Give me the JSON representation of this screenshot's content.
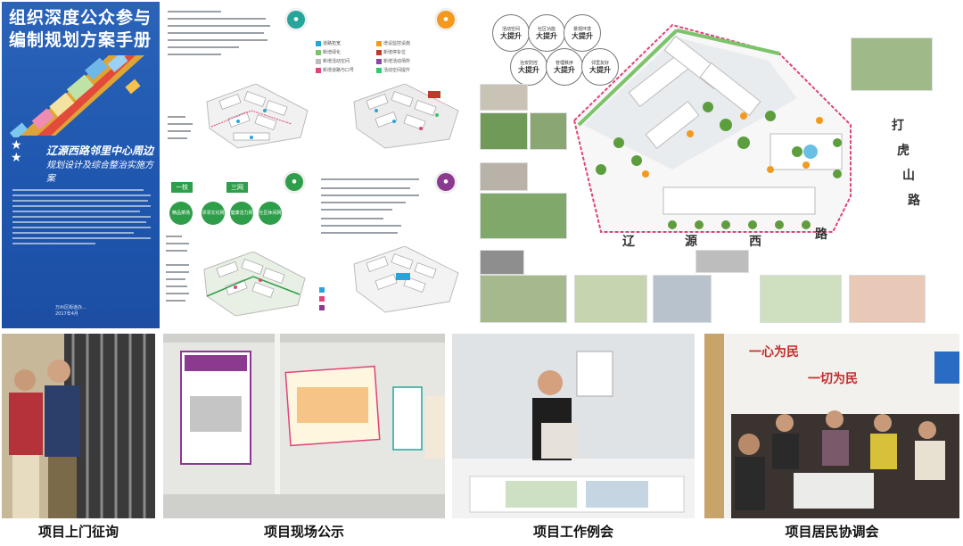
{
  "cover": {
    "title_line1": "组织深度公众参与",
    "title_line2": "编制规划方案手册",
    "subtitle1": "辽源西路邻里中心周边",
    "subtitle2": "规划设计及综合整治实施方案",
    "org": "万州区街道办...",
    "date": "2017年4月"
  },
  "map": {
    "callouts": [
      {
        "top": "活动空间",
        "bottom": "大提升"
      },
      {
        "top": "社区功能",
        "bottom": "大提升"
      },
      {
        "top": "景观环境",
        "bottom": "大提升"
      },
      {
        "top": "治安防控",
        "bottom": "大提升"
      },
      {
        "top": "管理秩序",
        "bottom": "大提升"
      },
      {
        "top": "邻里友好",
        "bottom": "大提升"
      }
    ],
    "road_vertical": [
      "打",
      "虎",
      "山",
      "路"
    ],
    "road_horizontal": [
      "辽",
      "源",
      "西",
      "路"
    ]
  },
  "panels": {
    "tl_legend": [
      "道路拓宽",
      "新增绿化",
      "新增活动空间",
      "新增道路与口号"
    ],
    "tl_legend2": [
      "增设监控设施",
      "新增停车位",
      "新增活动场所",
      "活动空间提升"
    ],
    "bl_tags": [
      "一核",
      "三网"
    ],
    "bl_nodes": [
      "精品菜场",
      "邻邻文化网",
      "健康活力网",
      "社区休闲网"
    ]
  },
  "captions": [
    "项目上门征询",
    "项目现场公示",
    "项目工作例会",
    "项目居民协调会"
  ],
  "banner": {
    "line1": "一心为民",
    "line2": "一切为民"
  },
  "colors": {
    "cover_blue": "#2a63b8",
    "badge_teal": "#27a59a",
    "badge_orange": "#f39a1e",
    "badge_green": "#2f9e4a",
    "badge_purple": "#8b3a8f",
    "road_pink": "#e0447a"
  }
}
